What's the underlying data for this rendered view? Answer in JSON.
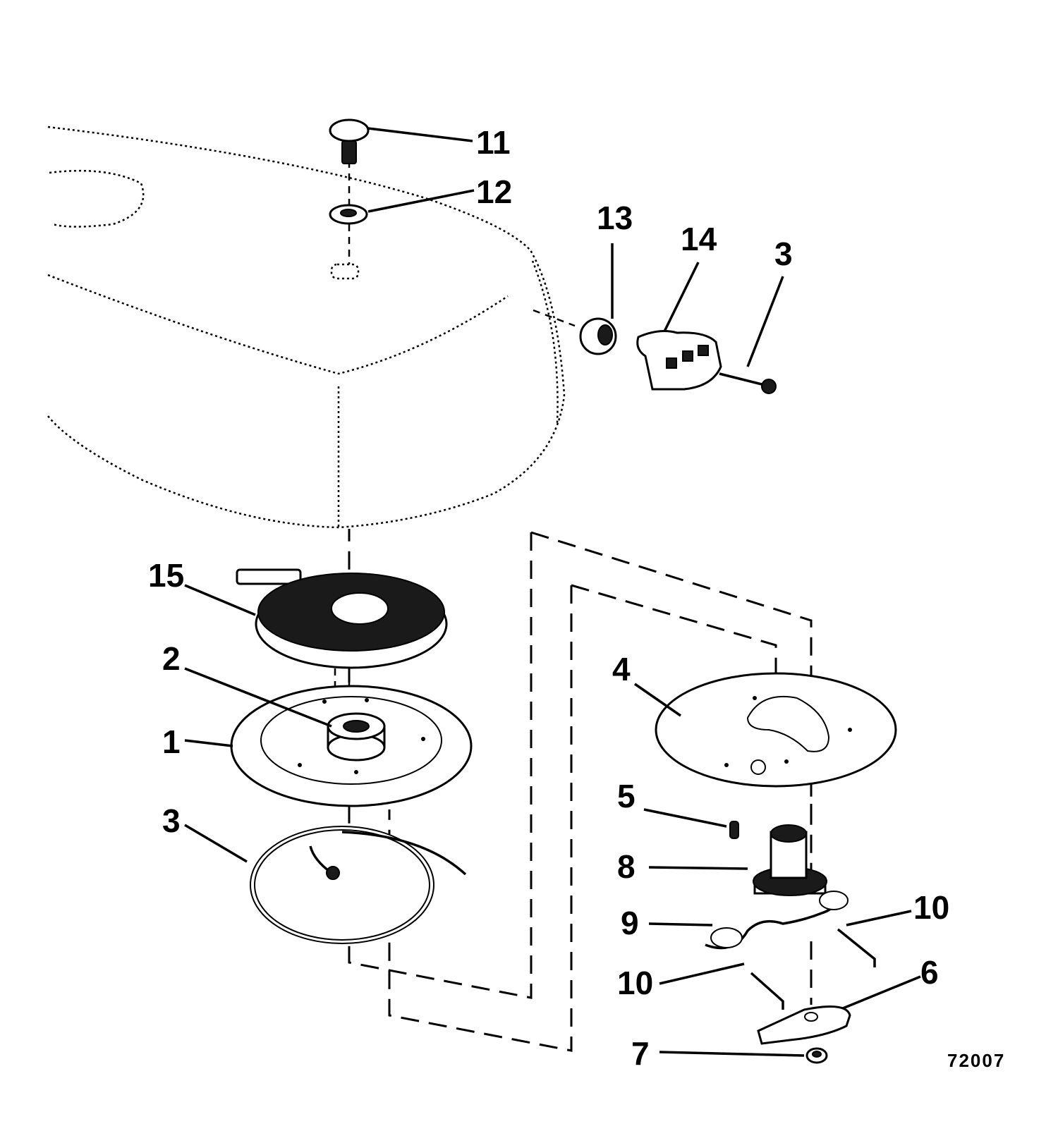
{
  "figure": {
    "number": "72007",
    "callouts": [
      "11",
      "12",
      "13",
      "14",
      "3",
      "15",
      "2",
      "1",
      "3",
      "4",
      "5",
      "8",
      "9",
      "10",
      "10",
      "6",
      "7"
    ]
  },
  "parts": [
    {
      "id": "1",
      "icon": "pulley-icon"
    },
    {
      "id": "2",
      "icon": "bushing-icon"
    },
    {
      "id": "3",
      "icon": "starter-rope-icon"
    },
    {
      "id": "4",
      "icon": "plate-icon"
    },
    {
      "id": "5",
      "icon": "screw-icon"
    },
    {
      "id": "6",
      "icon": "pawl-icon"
    },
    {
      "id": "7",
      "icon": "retainer-icon"
    },
    {
      "id": "8",
      "icon": "hub-icon"
    },
    {
      "id": "9",
      "icon": "spring-icon"
    },
    {
      "id": "10",
      "icon": "link-icon"
    },
    {
      "id": "11",
      "icon": "screw-icon"
    },
    {
      "id": "12",
      "icon": "washer-icon"
    },
    {
      "id": "13",
      "icon": "grommet-icon"
    },
    {
      "id": "14",
      "icon": "handle-icon"
    },
    {
      "id": "15",
      "icon": "rewind-spring-icon"
    }
  ]
}
